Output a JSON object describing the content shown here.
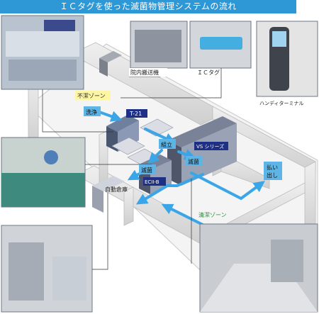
{
  "title": "ＩＣタグを使った滅菌物管理システムの流れ",
  "photo_labels": {
    "conveyor": "院内搬送機",
    "ic_tag": "ＩＣタグ",
    "terminal": "ハンディターミナル",
    "warehouse": "自動倉庫"
  },
  "zones": {
    "dirty": "不潔ゾーン",
    "clean": "清潔ゾーン"
  },
  "steps": {
    "wash": "洗浄",
    "t21": "T-21",
    "assemble": "組立",
    "vs_series": "VS シリーズ",
    "sterilize_left": "滅菌",
    "sterilize_right": "滅菌",
    "ecii": "ECII-B",
    "dispatch_1": "払い",
    "dispatch_2": "出し"
  },
  "colors": {
    "title_bg": "#2e97d5",
    "flow_arrow": "#3aa6e8",
    "step_box": "#5db4e6",
    "label_dark": "#1e2f86",
    "zone_dirty_bg": "#fff6a3",
    "zone_clean_text": "#2a8a3a",
    "wall": "#d9d9d9"
  }
}
